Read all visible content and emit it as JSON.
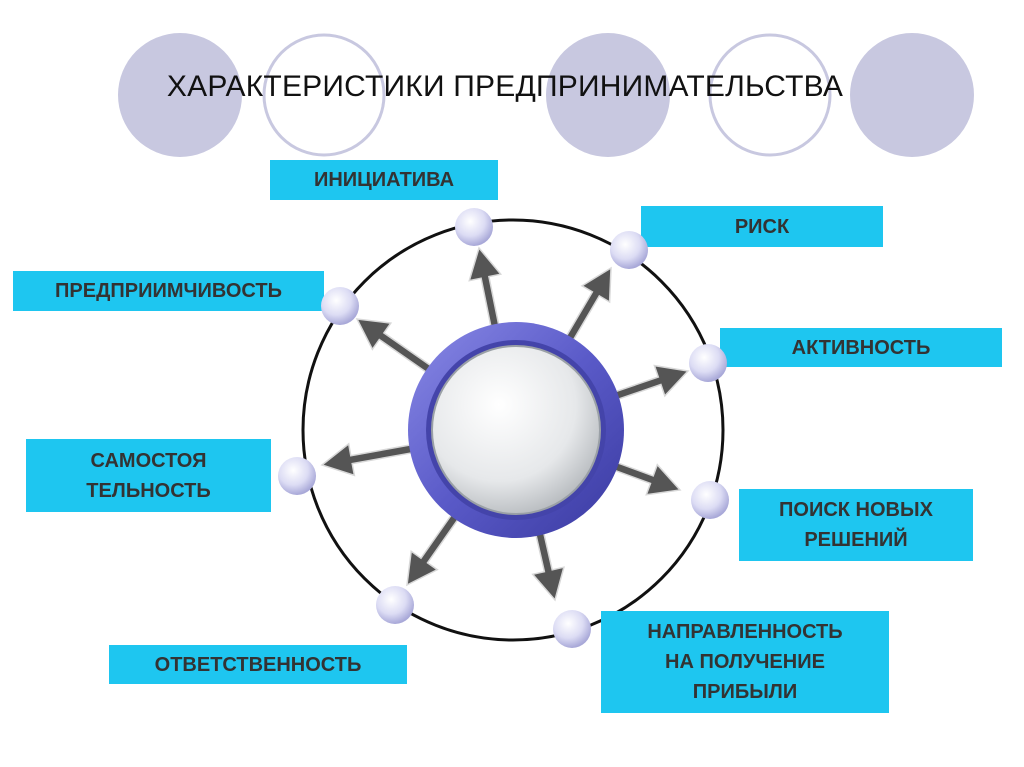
{
  "title": "ХАРАКТЕРИСТИКИ ПРЕДПРИНИМАТЕЛЬСТВА",
  "colors": {
    "box_fill": "#1ec6f0",
    "decor_circle_fill": "#c8c8e0",
    "decor_circle_outline": "#c8c8e0",
    "ring_stroke": "#111111",
    "hub_ring": "#6a6ad0",
    "hub_center": "#e6e8ea",
    "node_fill": "#dcdcf4",
    "arrow": "#555555"
  },
  "characteristics": [
    "ИНИЦИАТИВА",
    "РИСК",
    "АКТИВНОСТЬ",
    "ПОИСК НОВЫХ\nРЕШЕНИЙ",
    "НАПРАВЛЕННОСТЬ\nНА ПОЛУЧЕНИЕ\nПРИБЫЛИ",
    "ОТВЕТСТВЕННОСТЬ",
    "САМОСТОЯ\nТЕЛЬНОСТЬ",
    "ПРЕДПРИИМЧИВОСТЬ"
  ]
}
